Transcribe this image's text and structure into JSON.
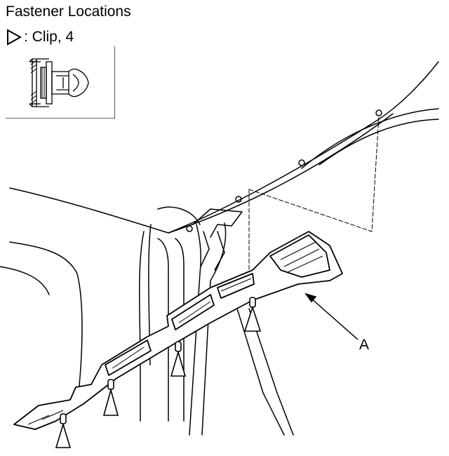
{
  "title": "Fastener Locations",
  "legend": {
    "symbol": "triangle-icon",
    "text": ": Clip, 4"
  },
  "callout_label": "A"
}
